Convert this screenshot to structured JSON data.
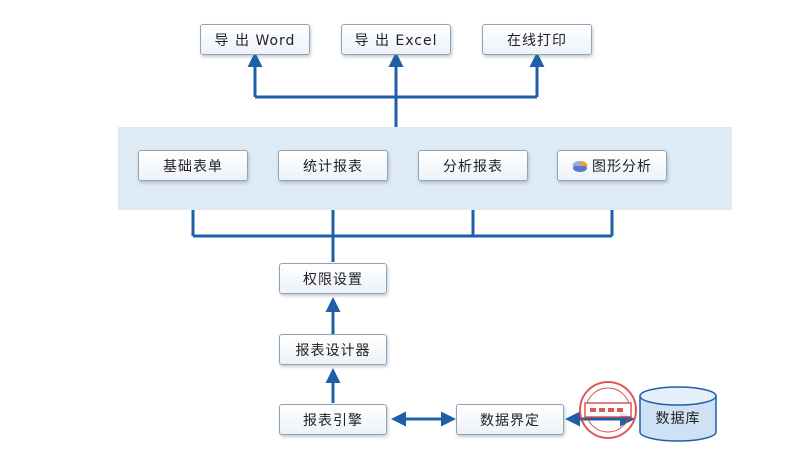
{
  "outputs": {
    "word": "导 出 Word",
    "excel": "导 出 Excel",
    "print": "在线打印"
  },
  "reports": {
    "basic": "基础表单",
    "stats": "统计报表",
    "analysis": "分析报表",
    "chart": "图形分析"
  },
  "pipeline": {
    "permission": "权限设置",
    "designer": "报表设计器",
    "engine": "报表引擎",
    "data_define": "数据界定",
    "database": "数据库"
  },
  "icons": {
    "chart_icon": "pie-chart-icon",
    "database_icon": "database-cylinder-icon",
    "stamp": "watermark-stamp"
  },
  "colors": {
    "arrow": "#1f5fa8",
    "band": "#deeaf4",
    "node_border": "#8fa3b6",
    "database_fill": "#cfe2f5",
    "stamp": "#d83a3a"
  }
}
